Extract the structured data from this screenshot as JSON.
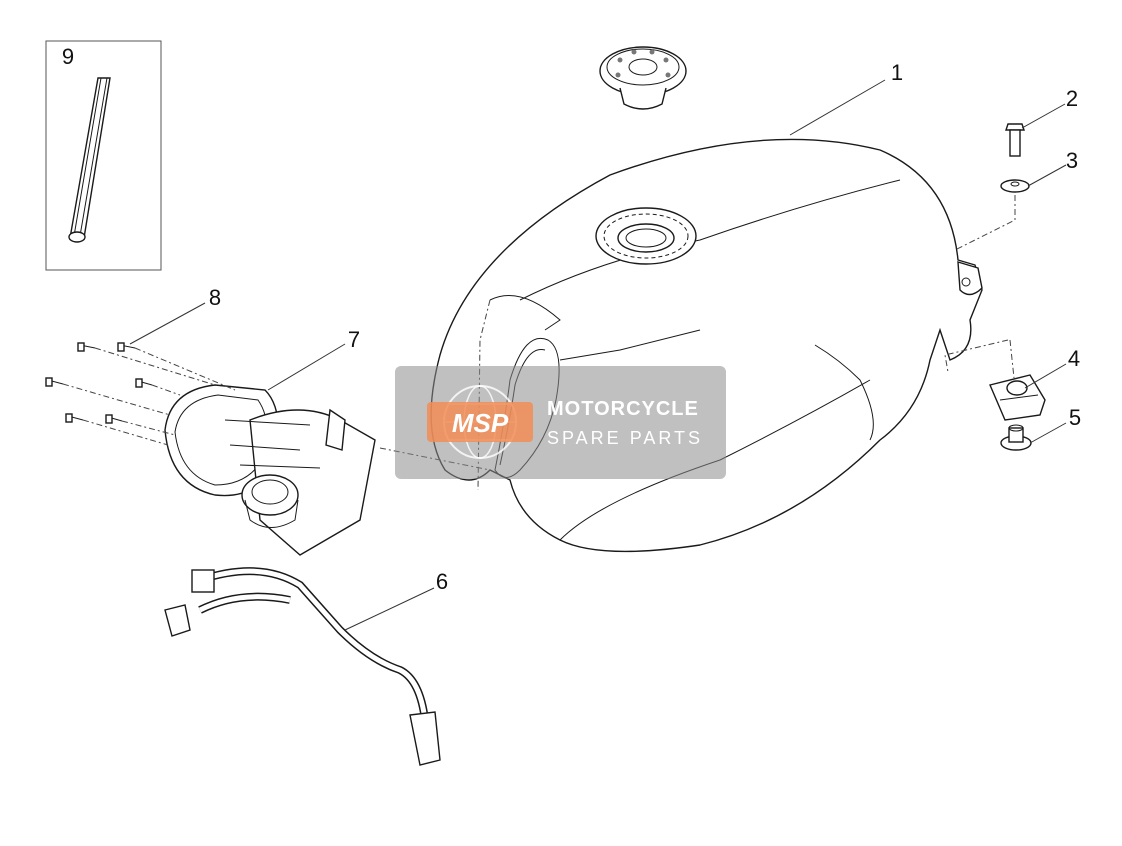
{
  "diagram": {
    "callouts": [
      {
        "id": "1",
        "label": "1"
      },
      {
        "id": "2",
        "label": "2"
      },
      {
        "id": "3",
        "label": "3"
      },
      {
        "id": "4",
        "label": "4"
      },
      {
        "id": "5",
        "label": "5"
      },
      {
        "id": "6",
        "label": "6"
      },
      {
        "id": "7",
        "label": "7"
      },
      {
        "id": "8",
        "label": "8"
      },
      {
        "id": "9",
        "label": "9"
      }
    ]
  },
  "watermark": {
    "logo_text": "MSP",
    "line1": "MOTORCYCLE",
    "line2": "SPARE PARTS",
    "accent_color": "#f28c55",
    "panel_color": "#8c8c8c"
  }
}
